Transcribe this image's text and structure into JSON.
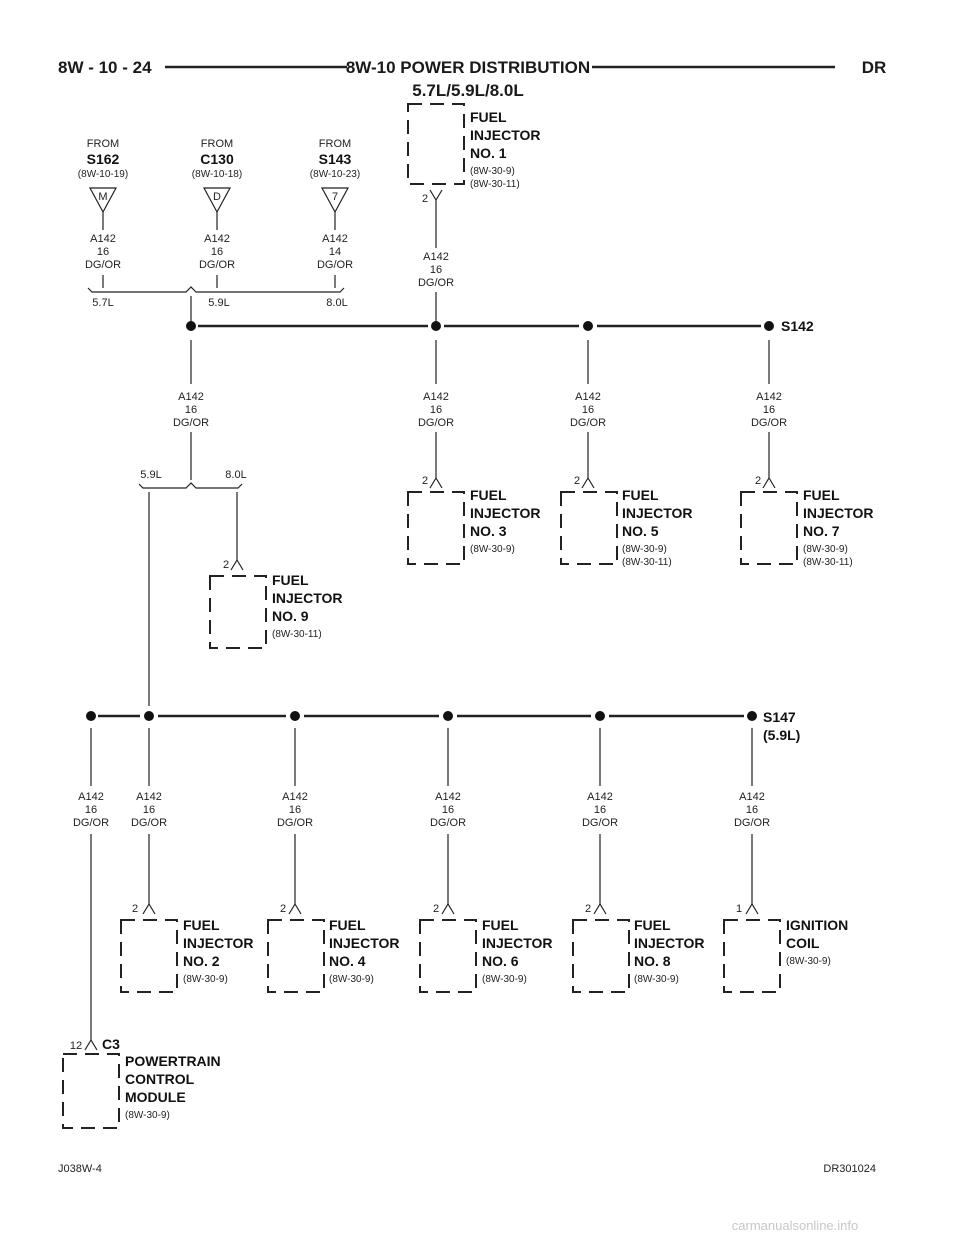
{
  "header": {
    "page_code": "8W - 10 - 24",
    "title": "8W-10 POWER DISTRIBUTION",
    "subtitle": "5.7L/5.9L/8.0L",
    "model": "DR"
  },
  "wire": {
    "circuit": "A142",
    "gauge": "16",
    "gauge_alt": "14",
    "color": "DG/OR"
  },
  "sources": [
    {
      "from": "FROM",
      "name": "S162",
      "ref": "(8W-10-19)",
      "pin": "M"
    },
    {
      "from": "FROM",
      "name": "C130",
      "ref": "(8W-10-18)",
      "pin": "D"
    },
    {
      "from": "FROM",
      "name": "S143",
      "ref": "(8W-10-23)",
      "pin": "7"
    }
  ],
  "engine_options": {
    "l57": "5.7L",
    "l59": "5.9L",
    "l80": "8.0L"
  },
  "splices": {
    "s142": "S142",
    "s147": "S147",
    "s147_note": "(5.9L)"
  },
  "components": [
    {
      "l1": "FUEL",
      "l2": "INJECTOR",
      "l3": "NO. 1",
      "refs": [
        "(8W-30-9)",
        "(8W-30-11)"
      ],
      "pin": "2"
    },
    {
      "l1": "FUEL",
      "l2": "INJECTOR",
      "l3": "NO. 3",
      "refs": [
        "(8W-30-9)"
      ],
      "pin": "2"
    },
    {
      "l1": "FUEL",
      "l2": "INJECTOR",
      "l3": "NO. 5",
      "refs": [
        "(8W-30-9)",
        "(8W-30-11)"
      ],
      "pin": "2"
    },
    {
      "l1": "FUEL",
      "l2": "INJECTOR",
      "l3": "NO. 7",
      "refs": [
        "(8W-30-9)",
        "(8W-30-11)"
      ],
      "pin": "2"
    },
    {
      "l1": "FUEL",
      "l2": "INJECTOR",
      "l3": "NO. 9",
      "refs": [
        "(8W-30-11)"
      ],
      "pin": "2"
    },
    {
      "l1": "FUEL",
      "l2": "INJECTOR",
      "l3": "NO. 2",
      "refs": [
        "(8W-30-9)"
      ],
      "pin": "2"
    },
    {
      "l1": "FUEL",
      "l2": "INJECTOR",
      "l3": "NO. 4",
      "refs": [
        "(8W-30-9)"
      ],
      "pin": "2"
    },
    {
      "l1": "FUEL",
      "l2": "INJECTOR",
      "l3": "NO. 6",
      "refs": [
        "(8W-30-9)"
      ],
      "pin": "2"
    },
    {
      "l1": "FUEL",
      "l2": "INJECTOR",
      "l3": "NO. 8",
      "refs": [
        "(8W-30-9)"
      ],
      "pin": "2"
    },
    {
      "l1": "IGNITION",
      "l2": "COIL",
      "l3": "",
      "refs": [
        "(8W-30-9)"
      ],
      "pin": "1"
    },
    {
      "l1": "POWERTRAIN",
      "l2": "CONTROL",
      "l3": "MODULE",
      "refs": [
        "(8W-30-9)"
      ],
      "pin": "12",
      "connector": "C3"
    }
  ],
  "footer": {
    "left": "J038W-4",
    "right": "DR301024"
  },
  "watermark": "carmanualsonline.info"
}
